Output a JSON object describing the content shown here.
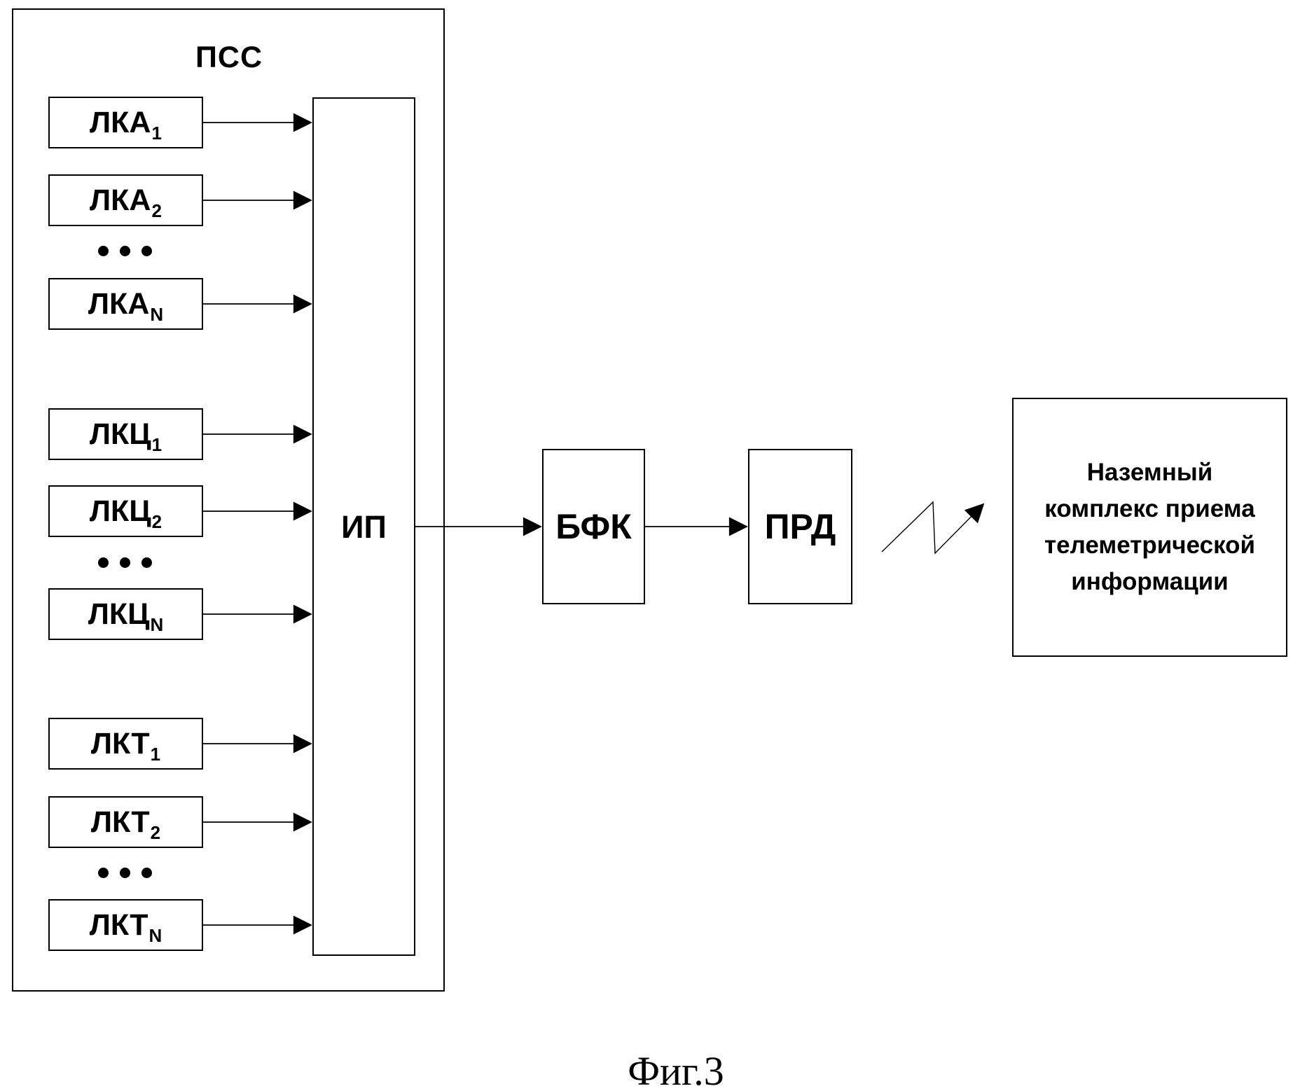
{
  "figure": {
    "caption": "Фиг.3",
    "colors": {
      "ink": "#000000",
      "background": "#ffffff"
    }
  },
  "pss": {
    "label": "ПСС",
    "channels": [
      {
        "base": "ЛКА",
        "sub": "1"
      },
      {
        "base": "ЛКА",
        "sub": "2"
      },
      {
        "base": "ЛКА",
        "sub": "N"
      },
      {
        "base": "ЛКЦ",
        "sub": "1"
      },
      {
        "base": "ЛКЦ",
        "sub": "2"
      },
      {
        "base": "ЛКЦ",
        "sub": "N"
      },
      {
        "base": "ЛКТ",
        "sub": "1"
      },
      {
        "base": "ЛКТ",
        "sub": "2"
      },
      {
        "base": "ЛКТ",
        "sub": "N"
      }
    ]
  },
  "ip": {
    "label": "ИП"
  },
  "bfk": {
    "label": "БФК"
  },
  "prd": {
    "label": "ПРД"
  },
  "ground": {
    "lines": [
      "Наземный",
      "комплекс приема",
      "телеметрической",
      "информации"
    ]
  }
}
